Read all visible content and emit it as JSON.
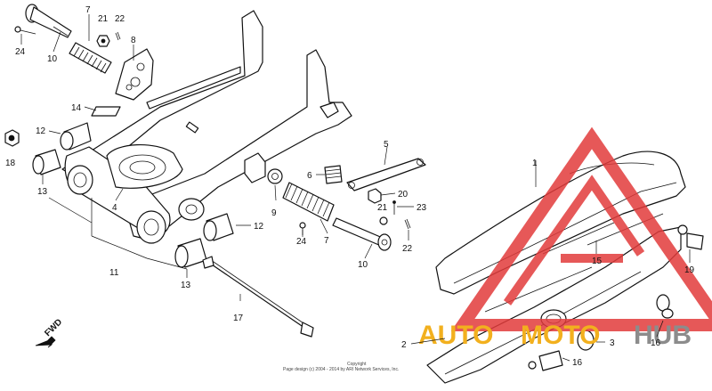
{
  "callouts": {
    "c1": "1",
    "c2": "2",
    "c3": "3",
    "c4": "4",
    "c5": "5",
    "c6": "6",
    "c7a": "7",
    "c7b": "7",
    "c8": "8",
    "c9": "9",
    "c10a": "10",
    "c10b": "10",
    "c11": "11",
    "c12a": "12",
    "c12b": "12",
    "c13a": "13",
    "c13b": "13",
    "c14": "14",
    "c15": "15",
    "c16a": "16",
    "c16b": "16",
    "c17": "17",
    "c18": "18",
    "c19": "19",
    "c20": "20",
    "c21a": "21",
    "c21b": "21",
    "c22a": "22",
    "c22b": "22",
    "c23": "23",
    "c24a": "24",
    "c24b": "24"
  },
  "fwd_label": "FWD",
  "watermark": {
    "auto": "AUTO",
    "moto": "MOTO",
    "hub": "HUB",
    "colors": {
      "auto": "#f2b01e",
      "moto": "#f2b01e",
      "hub": "#8c8c8c",
      "triangle": "#e23b3b"
    }
  },
  "copyright": {
    "line1": "Copyright",
    "line2": "Page design (c) 2004 - 2014 by ARI Network Services, Inc."
  }
}
